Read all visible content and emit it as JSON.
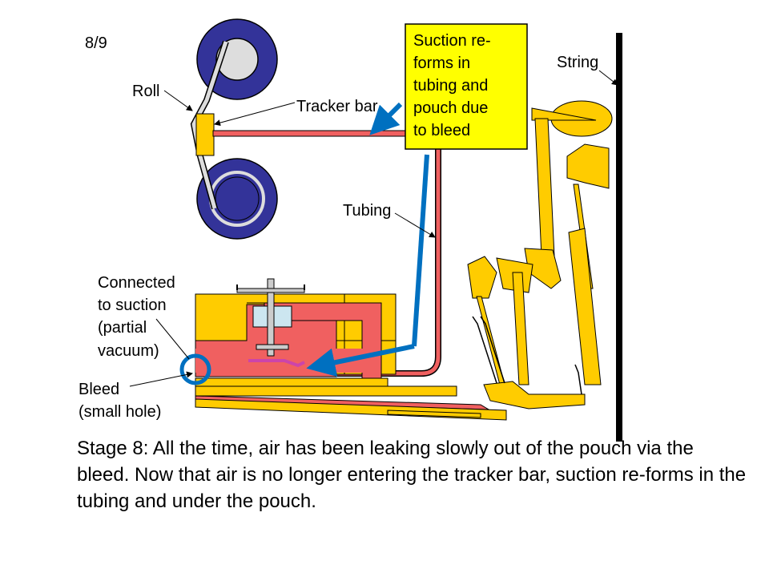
{
  "page_number": "8/9",
  "labels": {
    "roll": "Roll",
    "tracker_bar": "Tracker bar",
    "tubing": "Tubing",
    "string": "String",
    "connected": [
      "Connected",
      "to suction",
      "(partial",
      "vacuum)"
    ],
    "bleed": [
      "Bleed",
      "(small hole)"
    ]
  },
  "callout": {
    "lines": [
      "Suction re-",
      "forms in",
      "tubing and",
      "pouch due",
      "to bleed"
    ]
  },
  "caption": "Stage 8: All the time, air has been leaking slowly out of the pouch via the bleed.  Now that air is no longer entering the tracker bar, suction re-forms in the tubing and under the pouch.",
  "colors": {
    "roll_blue": "#333399",
    "roll_center": "#dddddd",
    "wood": "#ffcc00",
    "suction_red": "#f06060",
    "arrow_blue": "#0070c0",
    "callout_bg": "#ffff00",
    "valve_light": "#cce6f0",
    "pouch": "#cc44aa"
  }
}
